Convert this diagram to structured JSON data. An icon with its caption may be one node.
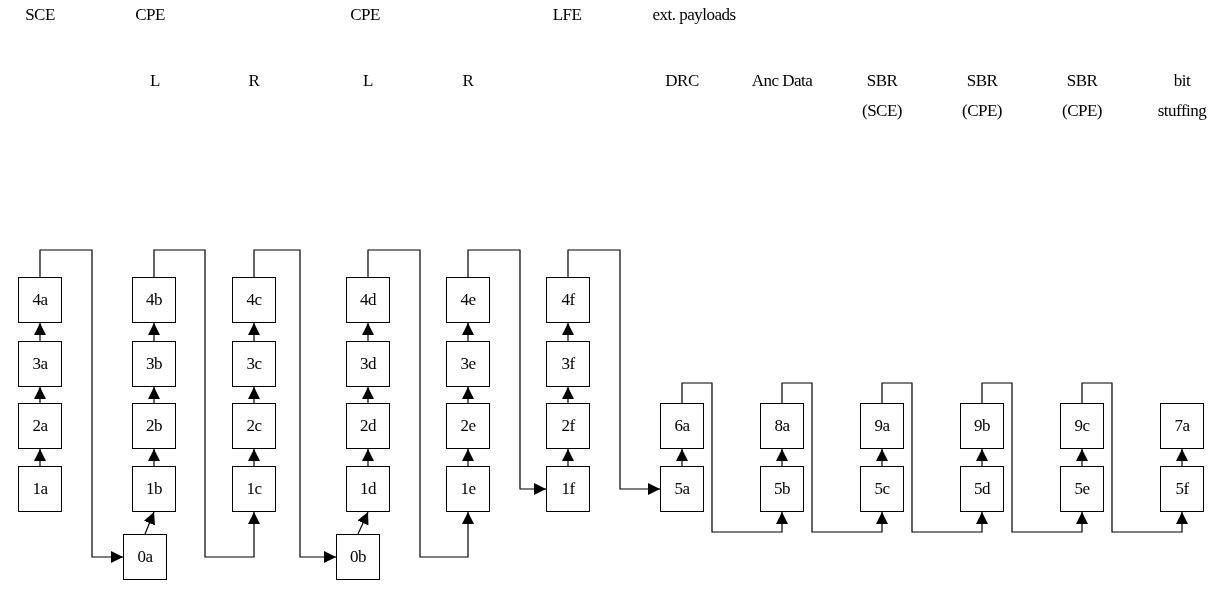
{
  "diagram": {
    "nodes": [
      {
        "text": [
          "4a"
        ]
      },
      {
        "text": [
          "3a"
        ]
      },
      {
        "text": [
          "2a"
        ]
      },
      {
        "text": [
          "1a"
        ]
      },
      {
        "text": [
          "0a"
        ]
      },
      {
        "text": [
          "4b"
        ]
      },
      {
        "text": [
          "3b"
        ]
      },
      {
        "text": [
          "2b"
        ]
      },
      {
        "text": [
          "1b"
        ]
      },
      {
        "text": [
          "4c"
        ]
      },
      {
        "text": [
          "3c"
        ]
      },
      {
        "text": [
          "2c"
        ]
      },
      {
        "text": [
          "1c"
        ]
      },
      {
        "text": [
          "0b"
        ]
      },
      {
        "text": [
          "4d"
        ]
      },
      {
        "text": [
          "3d"
        ]
      },
      {
        "text": [
          "2d"
        ]
      },
      {
        "text": [
          "1d"
        ]
      },
      {
        "text": [
          "4e"
        ]
      },
      {
        "text": [
          "3e"
        ]
      },
      {
        "text": [
          "2e"
        ]
      },
      {
        "text": [
          "1e"
        ]
      },
      {
        "text": [
          "4f"
        ]
      },
      {
        "text": [
          "3f"
        ]
      },
      {
        "text": [
          "2f"
        ]
      },
      {
        "text": [
          "1f"
        ]
      },
      {
        "text": [
          "6a"
        ]
      },
      {
        "text": [
          "5a"
        ]
      },
      {
        "text": [
          "8a"
        ]
      },
      {
        "text": [
          "5b"
        ]
      },
      {
        "text": [
          "9a"
        ]
      },
      {
        "text": [
          "5c"
        ]
      },
      {
        "text": [
          "9b"
        ]
      },
      {
        "text": [
          "5d"
        ]
      },
      {
        "text": [
          "9c"
        ]
      },
      {
        "text": [
          "5e"
        ]
      },
      {
        "text": [
          "7a"
        ]
      },
      {
        "text": [
          "5f"
        ]
      }
    ],
    "edges": [
      {
        "from": 3,
        "to": 2,
        "arrow": "to"
      },
      {
        "from": 2,
        "to": 1,
        "arrow": "to"
      },
      {
        "from": 1,
        "to": 0,
        "arrow": "to"
      },
      {
        "from": 0,
        "to": 4,
        "arrow": "to"
      },
      {
        "from": 4,
        "to": 8,
        "arrow": "to"
      },
      {
        "from": 8,
        "to": 7,
        "arrow": "to"
      },
      {
        "from": 7,
        "to": 6,
        "arrow": "to"
      },
      {
        "from": 6,
        "to": 5,
        "arrow": "to"
      },
      {
        "from": 5,
        "to": 12,
        "arrow": "to"
      },
      {
        "from": 12,
        "to": 11,
        "arrow": "to"
      },
      {
        "from": 11,
        "to": 10,
        "arrow": "to"
      },
      {
        "from": 10,
        "to": 9,
        "arrow": "to"
      },
      {
        "from": 9,
        "to": 13,
        "arrow": "to"
      },
      {
        "from": 13,
        "to": 17,
        "arrow": "to"
      },
      {
        "from": 17,
        "to": 16,
        "arrow": "to"
      },
      {
        "from": 16,
        "to": 15,
        "arrow": "to"
      },
      {
        "from": 15,
        "to": 14,
        "arrow": "to"
      },
      {
        "from": 14,
        "to": 21,
        "arrow": "to"
      },
      {
        "from": 21,
        "to": 20,
        "arrow": "to"
      },
      {
        "from": 20,
        "to": 19,
        "arrow": "to"
      },
      {
        "from": 19,
        "to": 18,
        "arrow": "to"
      },
      {
        "from": 18,
        "to": 25,
        "arrow": "to"
      },
      {
        "from": 25,
        "to": 24,
        "arrow": "to"
      },
      {
        "from": 24,
        "to": 23,
        "arrow": "to"
      },
      {
        "from": 23,
        "to": 22,
        "arrow": "to"
      },
      {
        "from": 22,
        "to": 27,
        "arrow": "to"
      },
      {
        "from": 27,
        "to": 26,
        "arrow": "to"
      },
      {
        "from": 26,
        "to": 29,
        "arrow": "to"
      },
      {
        "from": 29,
        "to": 28,
        "arrow": "to"
      },
      {
        "from": 28,
        "to": 31,
        "arrow": "to"
      },
      {
        "from": 31,
        "to": 30,
        "arrow": "to"
      },
      {
        "from": 30,
        "to": 33,
        "arrow": "to"
      },
      {
        "from": 33,
        "to": 32,
        "arrow": "to"
      },
      {
        "from": 32,
        "to": 35,
        "arrow": "to"
      },
      {
        "from": 35,
        "to": 34,
        "arrow": "to"
      },
      {
        "from": 34,
        "to": 37,
        "arrow": "to"
      },
      {
        "from": 37,
        "to": 36,
        "arrow": "to"
      }
    ],
    "labels": [
      "SCE",
      "CPE",
      "CPE",
      "LFE",
      "ext. payloads",
      "L",
      "R",
      "L",
      "R",
      "DRC",
      "Anc Data",
      "SBR (SCE)",
      "SBR (CPE)",
      "SBR (CPE)",
      "bit stuffing"
    ]
  }
}
